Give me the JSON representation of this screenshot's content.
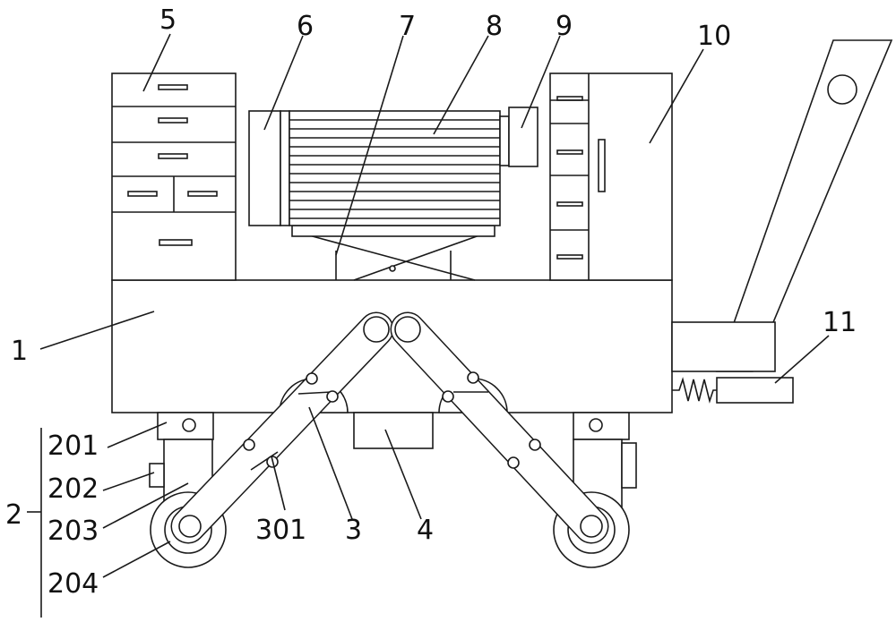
{
  "labels": {
    "l1": "1",
    "l2": "2",
    "l201": "201",
    "l202": "202",
    "l203": "203",
    "l204": "204",
    "l3": "3",
    "l301": "301",
    "l4": "4",
    "l5": "5",
    "l6": "6",
    "l7": "7",
    "l8": "8",
    "l9": "9",
    "l10": "10",
    "l11": "11"
  },
  "colors": {
    "line": "#1a1a1a",
    "background": "#ffffff"
  }
}
